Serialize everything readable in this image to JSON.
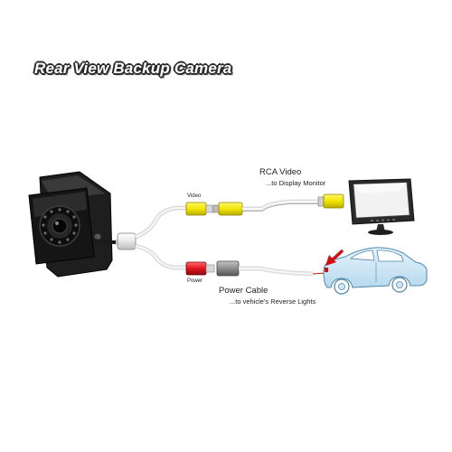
{
  "title": "Rear View Backup Camera",
  "labels": {
    "rca_video": "RCA Video",
    "to_display": "...to Display Monitor",
    "video": "Video",
    "power": "Power",
    "power_cable": "Power Cable",
    "to_reverse_lights": "...to vehicle's Reverse Lights"
  },
  "colors": {
    "video_connector": "#f2e600",
    "power_connector": "#e0141e",
    "ground_connector": "#8c8c8c",
    "car_body": "#cfe7f5",
    "indicator_arrow": "#d01010",
    "camera_body": "#1b1b1b"
  }
}
